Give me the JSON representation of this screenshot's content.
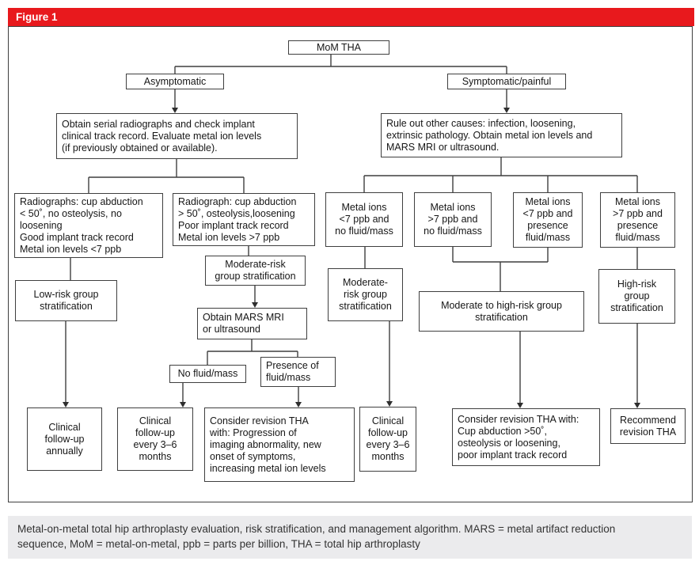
{
  "figure": {
    "label": "Figure 1"
  },
  "caption": "Metal-on-metal total hip arthroplasty evaluation, risk stratification, and management algorithm. MARS = metal artifact reduction sequence, MoM = metal-on-metal, ppb = parts per billion, THA = total hip arthroplasty",
  "colors": {
    "banner_red": "#e8191d",
    "line": "#3f3f3f",
    "caption_bg": "#ebebed"
  },
  "nodes": {
    "mom_tha": "MoM THA",
    "asymptomatic": "Asymptomatic",
    "symptomatic": "Symptomatic/painful",
    "obtain_serial": [
      "Obtain serial radiographs and check implant",
      "clinical track record. Evaluate metal ion levels",
      "(if previously obtained or available)."
    ],
    "rule_out": [
      "Rule out other causes: infection, loosening,",
      "extrinsic pathology. Obtain metal ion levels and",
      "MARS MRI or ultrasound."
    ],
    "radiographs_low_risk": [
      "Radiographs: cup abduction",
      "< 50˚, no osteolysis, no",
      "loosening",
      "Good implant track record",
      "Metal ion levels <7 ppb"
    ],
    "radiograph_high_risk": [
      "Radiograph: cup abduction",
      "> 50˚, osteolysis,loosening",
      "Poor implant track record",
      "Metal ion levels >7 ppb"
    ],
    "metal_ions_low_no_fluid": [
      "Metal ions",
      "<7 ppb and",
      "no fluid/mass"
    ],
    "metal_ions_high_no_fluid": [
      "Metal ions",
      ">7 ppb and",
      "no fluid/mass"
    ],
    "metal_ions_low_fluid": [
      "Metal ions",
      "<7 ppb and",
      "presence",
      "fluid/mass"
    ],
    "metal_ions_high_fluid": [
      "Metal ions",
      ">7 ppb and",
      "presence",
      "fluid/mass"
    ],
    "low_risk": [
      "Low-risk group",
      "stratification"
    ],
    "moderate_risk_group": [
      "Moderate-risk",
      "group stratification"
    ],
    "obtain_mars": [
      "Obtain MARS MRI",
      "or ultrasound"
    ],
    "no_fluid": "No fluid/mass",
    "presence_fluid": [
      "Presence of",
      "fluid/mass"
    ],
    "moderate_risk_right": [
      "Moderate-",
      "risk group",
      "stratification"
    ],
    "moderate_to_high": [
      "Moderate to high-risk group",
      "stratification"
    ],
    "high_risk": [
      "High-risk",
      "group",
      "stratification"
    ],
    "clinical_annual": [
      "Clinical",
      "follow-up",
      "annually"
    ],
    "clinical_3_6_left": [
      "Clinical",
      "follow-up",
      "every 3–6",
      "months"
    ],
    "consider_revision_imaging": [
      "Consider revision THA",
      "with: Progression of",
      "imaging abnormality, new",
      "onset of symptoms,",
      "increasing metal ion levels"
    ],
    "clinical_3_6_right": [
      "Clinical",
      "follow-up",
      "every 3–6",
      "months"
    ],
    "consider_revision_cup": [
      "Consider revision THA with:",
      "Cup abduction >50˚,",
      "osteolysis or loosening,",
      "poor implant track record"
    ],
    "recommend_revision": [
      "Recommend",
      "revision THA"
    ]
  }
}
